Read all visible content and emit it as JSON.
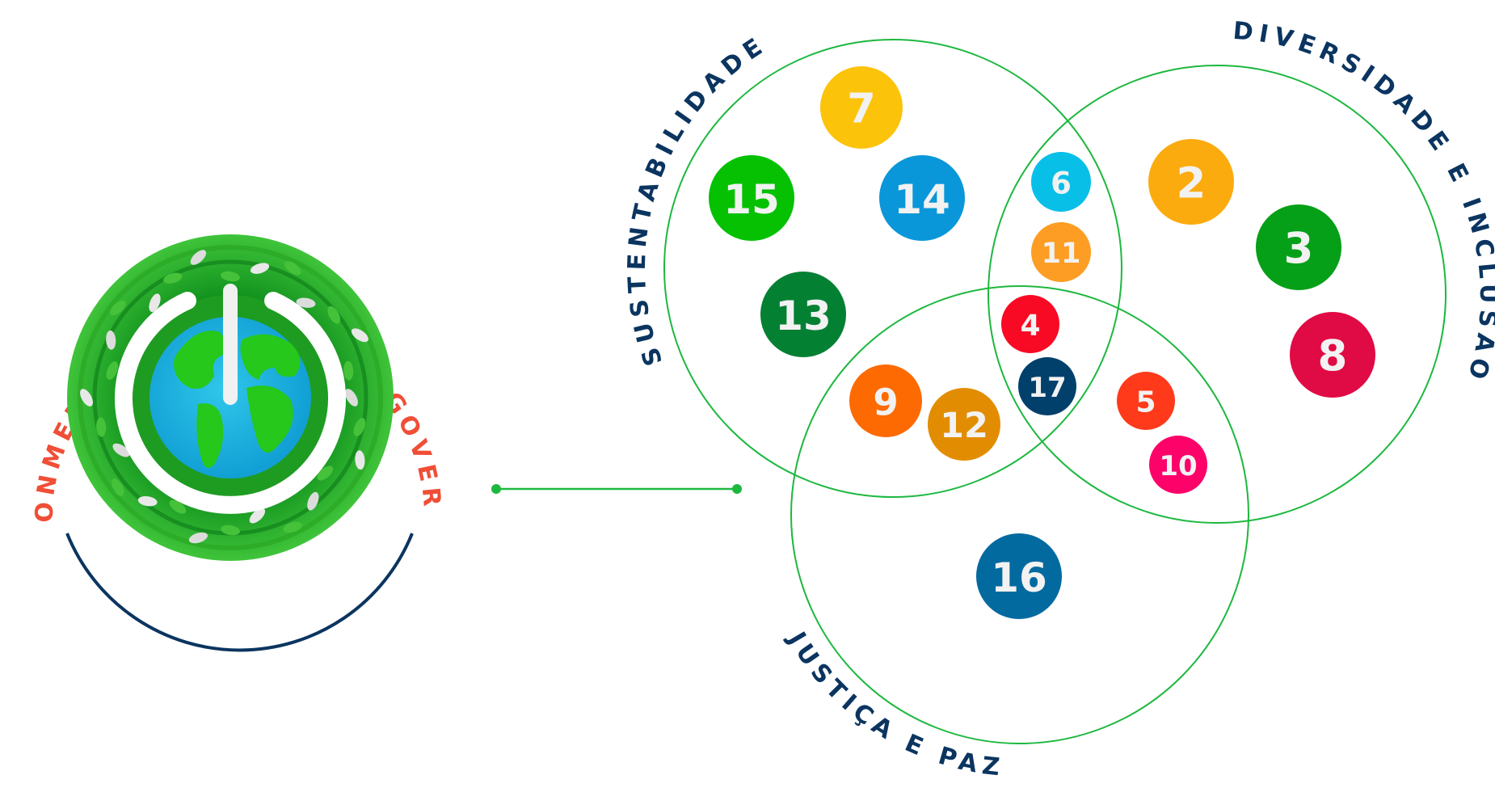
{
  "logo": {
    "arc_text": "ENVIRONMENTAL, SOCIAL AND GOVERNANCE",
    "arc_text_color": "#f04e37",
    "underline_color": "#0b3560",
    "icon": "power-globe-icon"
  },
  "connector": {
    "color": "#1db83f"
  },
  "venn": {
    "circle_color": "#1db83f",
    "label_color": "#0b3560",
    "sets": [
      {
        "id": "sustentabilidade",
        "label": "SUSTENTABILIDADE"
      },
      {
        "id": "diversidade",
        "label": "DIVERSIDADE E INCLUSÃO"
      },
      {
        "id": "justica",
        "label": "JUSTIÇA E PAZ"
      }
    ],
    "goals": [
      {
        "n": "7",
        "color": "#fcc30b",
        "sets": [
          "sustentabilidade"
        ]
      },
      {
        "n": "15",
        "color": "#05c102",
        "sets": [
          "sustentabilidade"
        ]
      },
      {
        "n": "14",
        "color": "#0a97d9",
        "sets": [
          "sustentabilidade"
        ]
      },
      {
        "n": "13",
        "color": "#048033",
        "sets": [
          "sustentabilidade"
        ]
      },
      {
        "n": "6",
        "color": "#08bfe8",
        "sets": [
          "sustentabilidade",
          "diversidade"
        ]
      },
      {
        "n": "11",
        "color": "#fd9d24",
        "sets": [
          "sustentabilidade",
          "diversidade"
        ]
      },
      {
        "n": "4",
        "color": "#f80a24",
        "sets": [
          "sustentabilidade",
          "diversidade",
          "justica"
        ]
      },
      {
        "n": "17",
        "color": "#02406c",
        "sets": [
          "sustentabilidade",
          "diversidade",
          "justica"
        ]
      },
      {
        "n": "9",
        "color": "#fd6a02",
        "sets": [
          "sustentabilidade",
          "justica"
        ]
      },
      {
        "n": "12",
        "color": "#e28d01",
        "sets": [
          "sustentabilidade",
          "justica"
        ]
      },
      {
        "n": "5",
        "color": "#fe3a1b",
        "sets": [
          "diversidade",
          "justica"
        ]
      },
      {
        "n": "10",
        "color": "#fd036a",
        "sets": [
          "diversidade",
          "justica"
        ]
      },
      {
        "n": "2",
        "color": "#fcab0e",
        "sets": [
          "diversidade"
        ]
      },
      {
        "n": "3",
        "color": "#05a018",
        "sets": [
          "diversidade"
        ]
      },
      {
        "n": "8",
        "color": "#e00a44",
        "sets": [
          "diversidade"
        ]
      },
      {
        "n": "16",
        "color": "#036aa0",
        "sets": [
          "justica"
        ]
      }
    ]
  }
}
